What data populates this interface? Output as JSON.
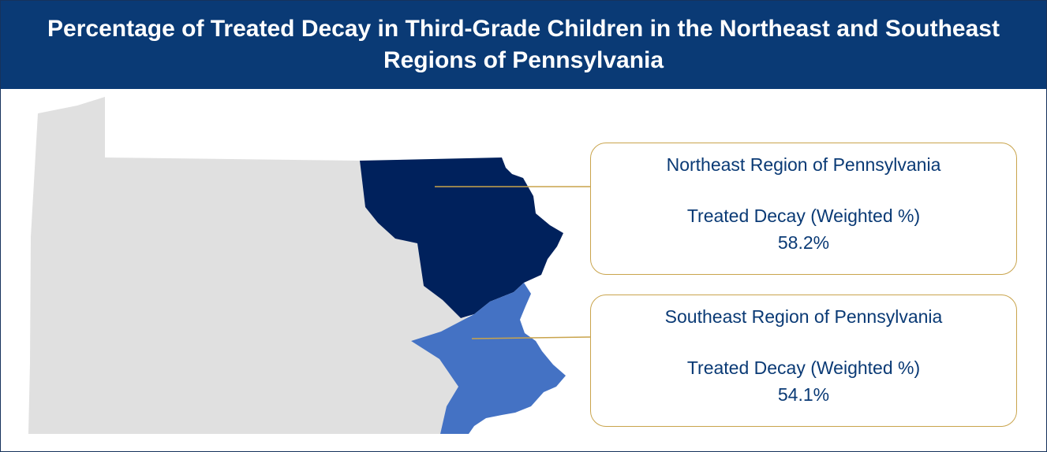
{
  "header": {
    "title": "Percentage of Treated Decay in Third-Grade Children in the Northeast and Southeast Regions of Pennsylvania"
  },
  "colors": {
    "header_bg": "#0a3a75",
    "state_fill": "#e0e0e0",
    "northeast_fill": "#00215c",
    "southeast_fill": "#4472c4",
    "callout_border": "#c9a44c",
    "text": "#0a3a75"
  },
  "regions": {
    "northeast": {
      "name": "Northeast Region of Pennsylvania",
      "metric_label": "Treated Decay (Weighted %)",
      "value": "58.2%"
    },
    "southeast": {
      "name": "Southeast Region of Pennsylvania",
      "metric_label": "Treated Decay (Weighted %)",
      "value": "54.1%"
    }
  }
}
